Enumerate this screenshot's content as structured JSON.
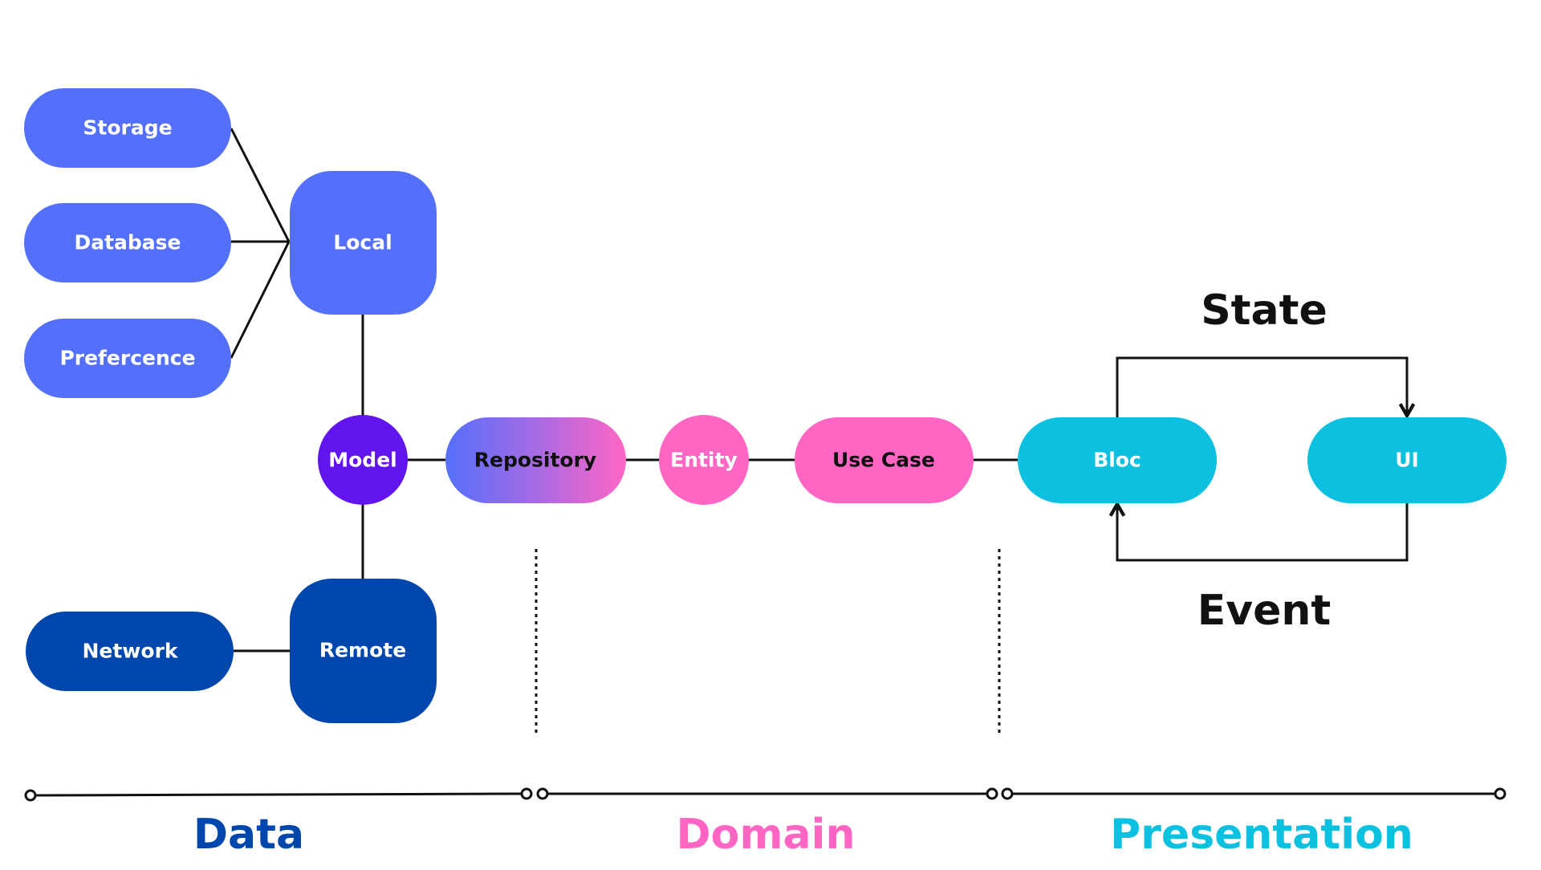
{
  "colors": {
    "data_light": "#5470fb",
    "data_dark": "#0047ad",
    "model": "#6114ed",
    "domain": "#ff66c4",
    "presentation": "#0cc0df",
    "line": "#111111",
    "white_text": "#ffffff",
    "dark_text": "#111111"
  },
  "nodes": {
    "storage": "Storage",
    "database": "Database",
    "preference": "Prefercence",
    "local": "Local",
    "model": "Model",
    "remote": "Remote",
    "network": "Network",
    "repository": "Repository",
    "entity": "Entity",
    "use_case": "Use Case",
    "bloc": "Bloc",
    "ui": "UI"
  },
  "flow": {
    "state": "State",
    "event": "Event"
  },
  "layers": {
    "data": "Data",
    "domain": "Domain",
    "presentation": "Presentation"
  }
}
